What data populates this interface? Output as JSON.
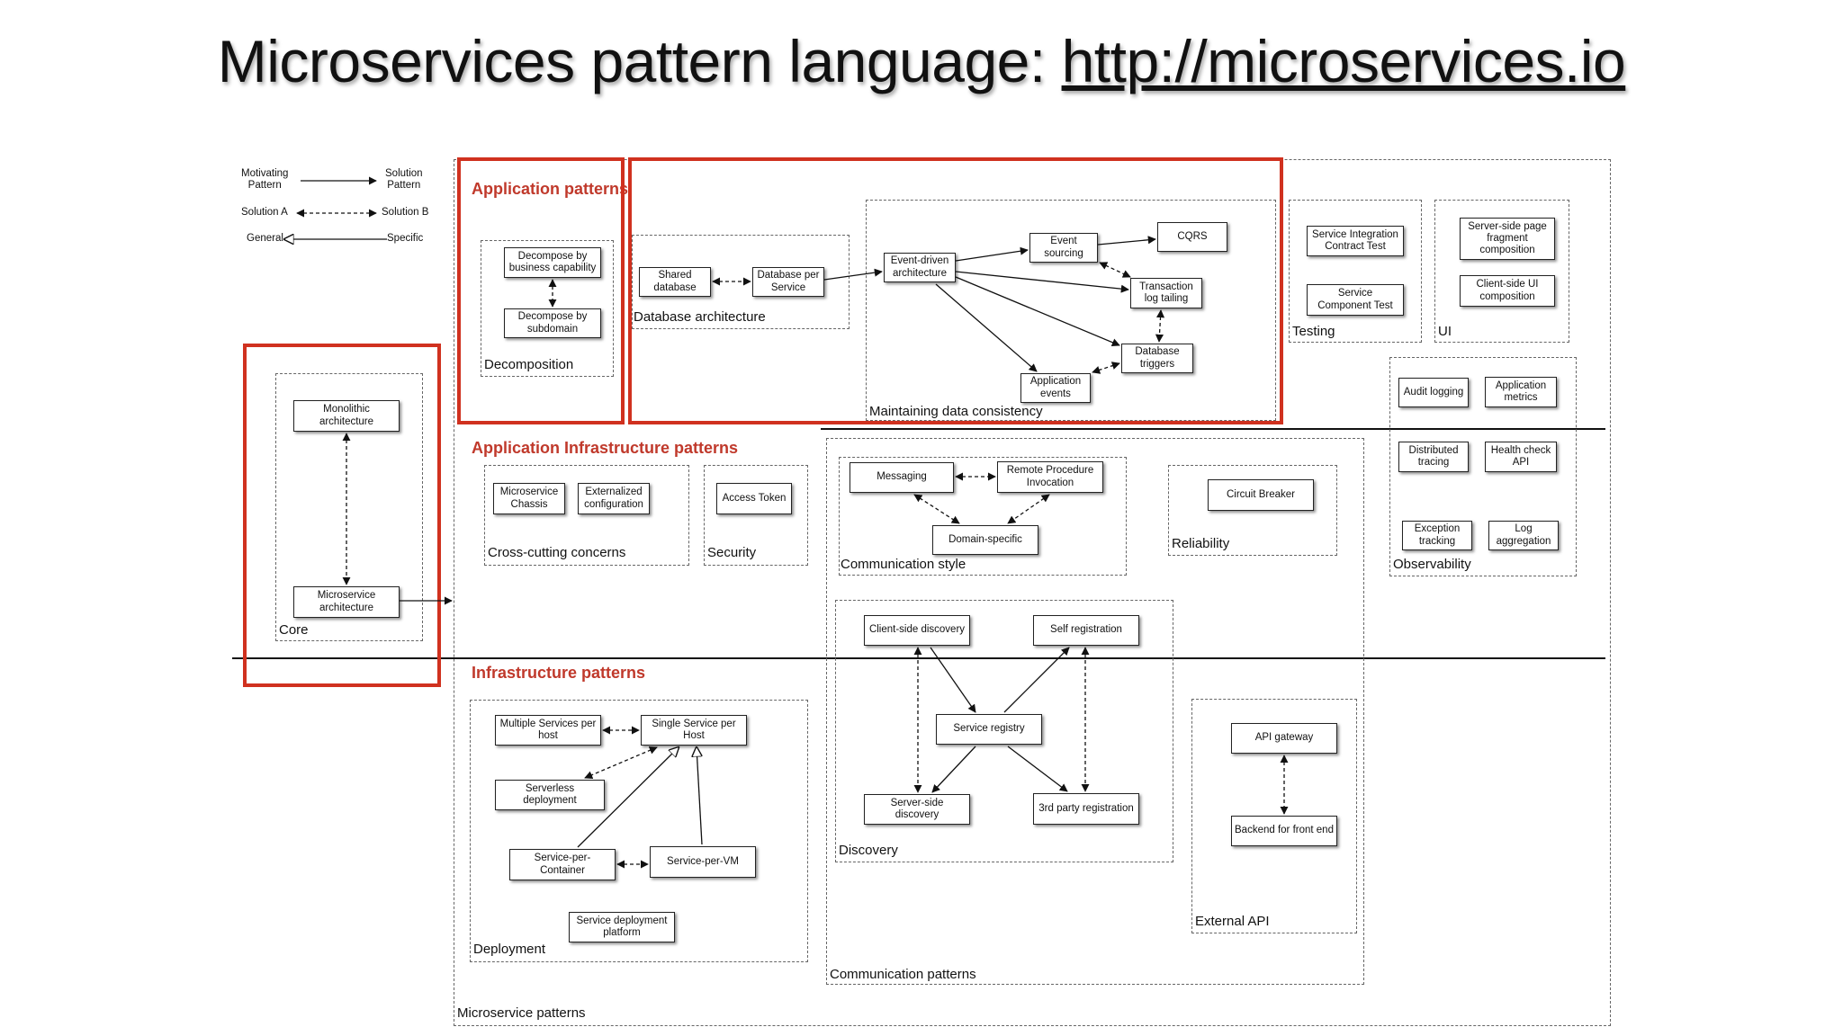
{
  "title": {
    "prefix": "Microservices pattern language: ",
    "url": "http://microservices.io"
  },
  "legend": {
    "motivating": "Motivating\nPattern",
    "solution": "Solution\nPattern",
    "solution_a": "Solution A",
    "solution_b": "Solution B",
    "general": "General",
    "specific": "Specific"
  },
  "headings": {
    "application_patterns": "Application patterns",
    "app_infra_patterns": "Application Infrastructure patterns",
    "infra_patterns": "Infrastructure patterns"
  },
  "groups": {
    "core": "Core",
    "decomposition": "Decomposition",
    "database_architecture": "Database architecture",
    "maintaining_data_consistency": "Maintaining data consistency",
    "testing": "Testing",
    "ui": "UI",
    "cross_cutting": "Cross-cutting concerns",
    "security": "Security",
    "communication_style": "Communication style",
    "reliability": "Reliability",
    "observability": "Observability",
    "discovery": "Discovery",
    "deployment": "Deployment",
    "external_api": "External API",
    "communication_patterns": "Communication patterns",
    "microservice_patterns": "Microservice patterns"
  },
  "patterns": {
    "monolithic": "Monolithic architecture",
    "microservice": "Microservice architecture",
    "decompose_business": "Decompose by business capability",
    "decompose_subdomain": "Decompose by subdomain",
    "shared_db": "Shared database",
    "db_per_service": "Database per Service",
    "event_driven": "Event-driven architecture",
    "event_sourcing": "Event sourcing",
    "cqrs": "CQRS",
    "transaction_log": "Transaction log tailing",
    "db_triggers": "Database triggers",
    "app_events": "Application events",
    "service_integration_test": "Service Integration Contract Test",
    "service_component_test": "Service Component Test",
    "server_side_fragment": "Server-side page fragment composition",
    "client_side_ui": "Client-side  UI composition",
    "audit_logging": "Audit logging",
    "app_metrics": "Application metrics",
    "distributed_tracing": "Distributed tracing",
    "health_check": "Health check API",
    "exception_tracking": "Exception tracking",
    "log_aggregation": "Log aggregation",
    "microservice_chassis": "Microservice Chassis",
    "externalized_config": "Externalized configuration",
    "access_token": "Access Token",
    "messaging": "Messaging",
    "rpi": "Remote Procedure Invocation",
    "domain_specific": "Domain-specific",
    "circuit_breaker": "Circuit Breaker",
    "client_side_discovery": "Client-side discovery",
    "self_registration": "Self registration",
    "service_registry": "Service registry",
    "server_side_discovery": "Server-side discovery",
    "third_party_registration": "3rd party registration",
    "multiple_services_host": "Multiple Services per host",
    "single_service_host": "Single Service per Host",
    "serverless": "Serverless deployment",
    "service_per_container": "Service-per-Container",
    "service_per_vm": "Service-per-VM",
    "deployment_platform": "Service deployment platform",
    "api_gateway": "API gateway",
    "bff": "Backend for front end"
  }
}
